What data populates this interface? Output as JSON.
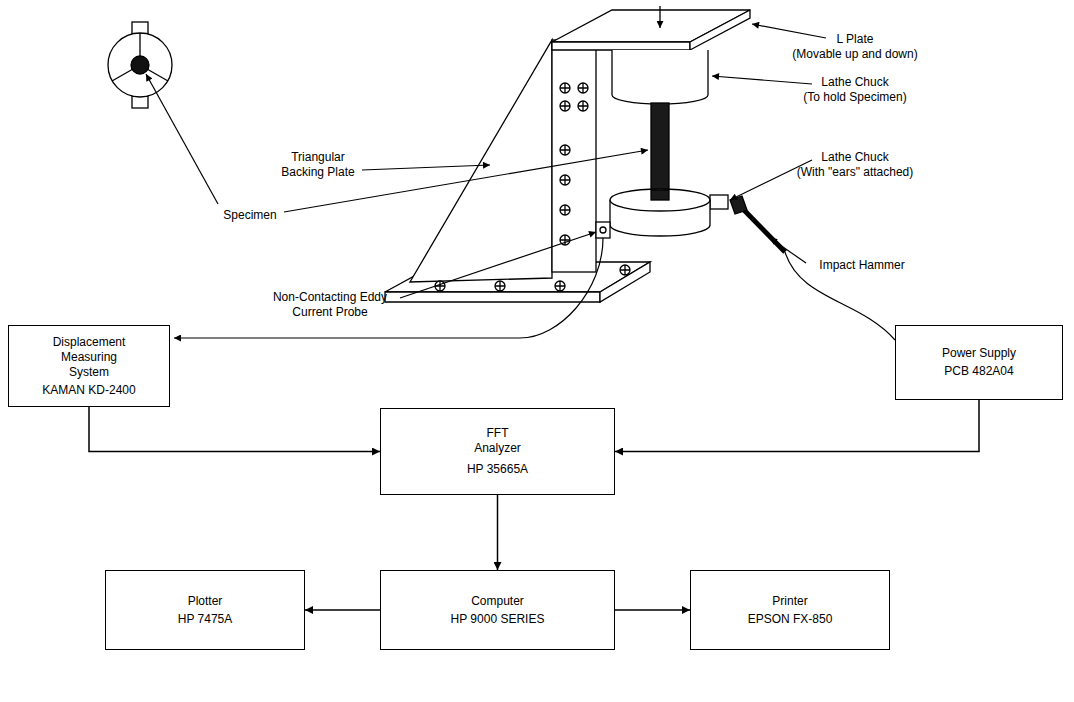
{
  "diagram": {
    "nodes": [
      {
        "text": [
          "Displacement Measuring System",
          "KAMAN KD-2400"
        ]
      },
      {
        "text": [
          "Power Supply",
          "PCB 482A04"
        ]
      },
      {
        "text": [
          "FFT Analyzer",
          "HP 35665A"
        ]
      },
      {
        "text": [
          "Plotter",
          "HP 7475A"
        ]
      },
      {
        "text": [
          "Computer",
          "HP 9000 SERIES"
        ]
      },
      {
        "text": [
          "Printer",
          "EPSON FX-850"
        ]
      }
    ],
    "edges": [
      {
        "from": 0,
        "to": 2,
        "arrow": "to"
      },
      {
        "from": 1,
        "to": 2,
        "arrow": "to"
      },
      {
        "from": 2,
        "to": 4,
        "arrow": "to"
      },
      {
        "from": 4,
        "to": 3,
        "arrow": "to"
      },
      {
        "from": 4,
        "to": 5,
        "arrow": "to"
      }
    ],
    "labels": [
      "L Plate",
      "(Movable up and down)",
      "Lathe Chuck",
      "(To hold Specimen)",
      "Triangular Backing Plate",
      "Lathe Chuck",
      "(With \"ears\" attached)",
      "Specimen",
      "Impact Hammer",
      "Non-Contacting Eddy Current Probe"
    ]
  }
}
